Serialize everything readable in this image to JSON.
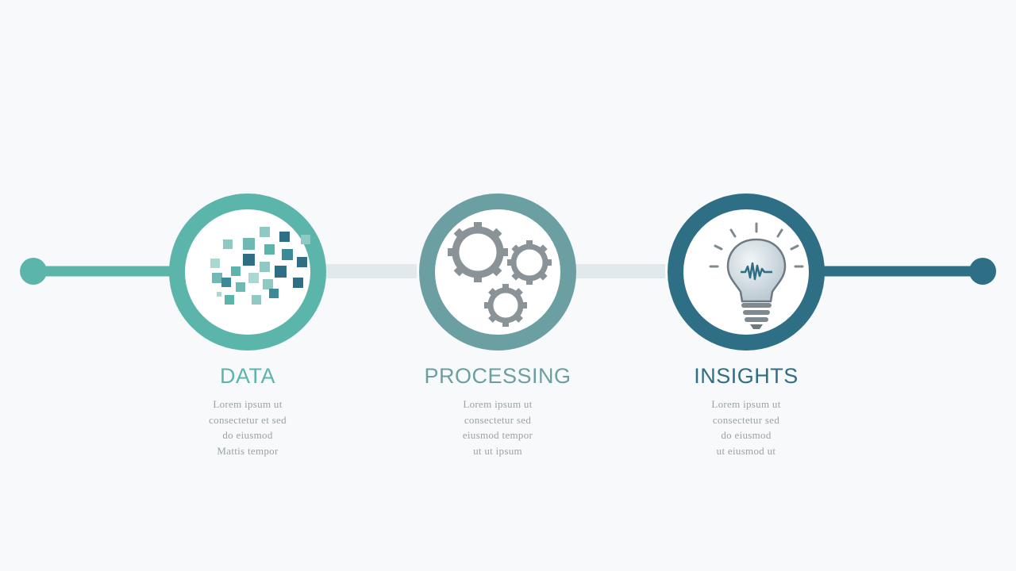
{
  "colors": {
    "background": "#f7f9fa",
    "data_accent": "#5bb5ab",
    "processing_accent": "#6b9fa2",
    "insights_accent": "#2f6f86",
    "connector_light": "#e2e9ec",
    "gear_grey": "#8a9398",
    "desc_text": "#9aa3a6"
  },
  "steps": [
    {
      "title": "DATA",
      "icon": "data-squares-icon",
      "description": [
        "Lorem ipsum ut",
        "consectetur et sed",
        "do eiusmod",
        "Mattis tempor"
      ]
    },
    {
      "title": "PROCESSING",
      "icon": "gears-icon",
      "description": [
        "Lorem ipsum ut",
        "consectetur sed",
        "eiusmod tempor",
        "ut ut ipsum"
      ]
    },
    {
      "title": "INSIGHTS",
      "icon": "lightbulb-icon",
      "description": [
        "Lorem ipsum ut",
        "consectetur sed",
        "do eiusmod",
        "ut eiusmod ut"
      ]
    }
  ]
}
